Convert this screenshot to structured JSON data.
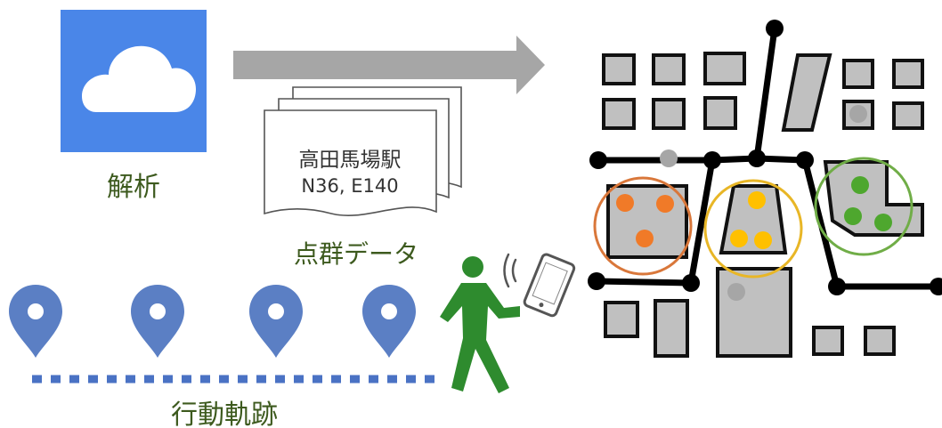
{
  "labels": {
    "analysis": "解析",
    "point_cloud": "点群データ",
    "trajectory": "行動軌跡"
  },
  "document": {
    "line1": "高田馬場駅",
    "line2": "N36, E140"
  },
  "icons": {
    "cloud": "cloud-icon",
    "pin": "map-pin-icon",
    "walker": "walking-person-icon",
    "phone": "smartphone-icon"
  },
  "colors": {
    "cloud_bg": "#4a86e8",
    "label_green": "#3d5a1e",
    "pin_blue": "#5b7fc4",
    "walker_green": "#2e8b2e",
    "arrow_gray": "#a6a6a6",
    "cluster_orange": "#f07a28",
    "cluster_yellow": "#ffc000",
    "cluster_green": "#4ea72e",
    "ring_orange": "#d9773a",
    "ring_yellow": "#e8b626",
    "ring_green": "#70ad47"
  }
}
